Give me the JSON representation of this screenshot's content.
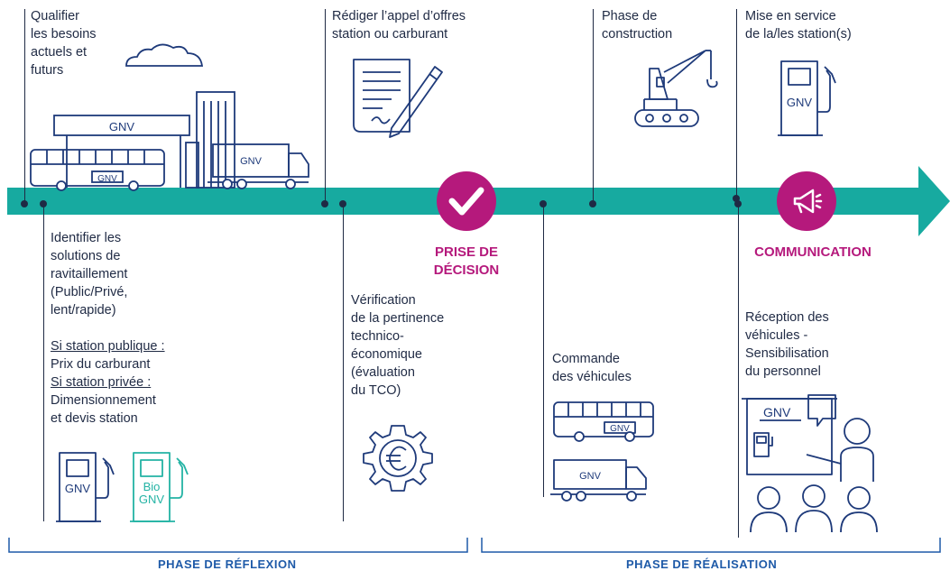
{
  "steps": {
    "qualifier": [
      "Qualifier",
      "les besoins",
      "actuels et",
      "futurs"
    ],
    "identifier": [
      "Identifier les",
      "solutions de",
      "ravitaillement",
      "(Public/Privé,",
      "lent/rapide)"
    ],
    "si_publique_label": "Si station publique :",
    "si_publique_text": "Prix du carburant",
    "si_privee_label": "Si station privée :",
    "si_privee_text": [
      "Dimensionnement",
      "et devis station"
    ],
    "rediger": [
      "Rédiger l’appel d’offres",
      "station ou carburant"
    ],
    "verification": [
      "Vérification",
      "de la pertinence",
      "technico-",
      "économique",
      "(évaluation",
      "du TCO)"
    ],
    "construction": [
      "Phase de",
      "construction"
    ],
    "commande": [
      "Commande",
      "des véhicules"
    ],
    "mise_en_service": [
      "Mise en service",
      "de la/les station(s)"
    ],
    "reception": [
      "Réception des",
      "véhicules -",
      "Sensibilisation",
      "du personnel"
    ]
  },
  "milestones": {
    "decision": [
      "PRISE DE",
      "DÉCISION"
    ],
    "communication": "COMMUNICATION"
  },
  "phases": {
    "reflexion": "PHASE DE RÉFLEXION",
    "realisation": "PHASE DE RÉALISATION"
  },
  "icon_text": {
    "gnv": "GNV",
    "bio": "Bio",
    "bio_gnv": "GNV"
  },
  "colors": {
    "arrow": "#17aaa0",
    "magenta": "#b5197c",
    "navy": "#1e3a7a",
    "teal_icon": "#23b3a4",
    "text": "#1f2a44",
    "phase_blue": "#1e5aa8"
  }
}
